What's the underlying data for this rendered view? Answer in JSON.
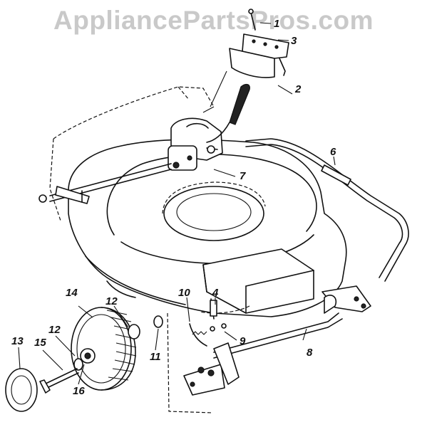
{
  "watermark": "AppliancePartsPros.com",
  "callouts": [
    {
      "id": "c1",
      "text": "1"
    },
    {
      "id": "c2",
      "text": "2"
    },
    {
      "id": "c3",
      "text": "3"
    },
    {
      "id": "c4",
      "text": "4"
    },
    {
      "id": "c6",
      "text": "6"
    },
    {
      "id": "c7",
      "text": "7"
    },
    {
      "id": "c8",
      "text": "8"
    },
    {
      "id": "c9",
      "text": "9"
    },
    {
      "id": "c10",
      "text": "10"
    },
    {
      "id": "c11",
      "text": "11"
    },
    {
      "id": "c12a",
      "text": "12"
    },
    {
      "id": "c12b",
      "text": "12"
    },
    {
      "id": "c13",
      "text": "13"
    },
    {
      "id": "c14",
      "text": "14"
    },
    {
      "id": "c15",
      "text": "15"
    },
    {
      "id": "c16",
      "text": "16"
    }
  ]
}
